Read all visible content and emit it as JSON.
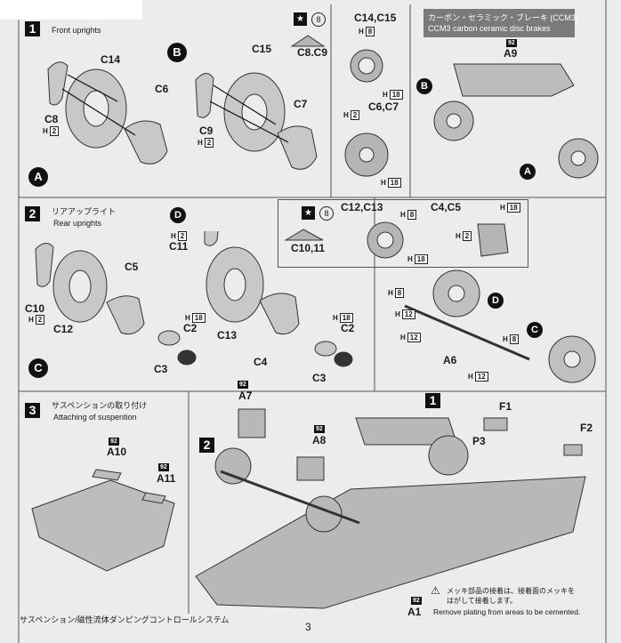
{
  "step1": {
    "num": "1",
    "title": "Front uprights"
  },
  "step2": {
    "num": "2",
    "title_jp": "リアアップライト",
    "title": "Rear uprights"
  },
  "step3": {
    "num": "3",
    "title_jp": "サスペンションの取り付け",
    "title": "Attaching of suspention"
  },
  "ccm": {
    "title_jp": "カーボン・セラミック・ブレーキ",
    "tag": "(CCM3)",
    "title": "CCM3 carbon ceramic disc brakes"
  },
  "inset1": {
    "qty": "8",
    "label_top": "C14,C15",
    "label_bottom": "C8.C9",
    "label_mid": "C6,C7",
    "h8": "8",
    "h18a": "18",
    "h2": "2",
    "h18b": "18"
  },
  "inset2": {
    "qty": "8",
    "label_a": "C12,C13",
    "label_b": "C4,C5",
    "label_c": "C10,11",
    "h8": "8",
    "h18a": "18",
    "h2": "2",
    "h18b": "18"
  },
  "parts": {
    "c14": "C14",
    "c6": "C6",
    "c8": "C8",
    "c15": "C15",
    "c7": "C7",
    "c9": "C9",
    "a9": "A9",
    "c11": "C11",
    "c5": "C5",
    "c10": "C10",
    "c12": "C12",
    "c2a": "C2",
    "c3a": "C3",
    "c13": "C13",
    "c2b": "C2",
    "c4": "C4",
    "c3b": "C3",
    "a6": "A6",
    "a7": "A7",
    "a8": "A8",
    "a10": "A10",
    "a11": "A11",
    "a1": "A1",
    "f1": "F1",
    "f2": "F2",
    "p3": "P3"
  },
  "hnums": {
    "h2": "2",
    "h18": "18",
    "h8": "8",
    "h12": "12"
  },
  "callouts": {
    "a": "A",
    "b": "B",
    "c": "C",
    "d": "D",
    "n92": "92",
    "s1": "1",
    "s2": "2"
  },
  "note": {
    "jp": "メッキ部品の接着は、接着面のメッキを\nはがして接着します。",
    "en": "Remove plating from areas to be cemented."
  },
  "footer": {
    "jp": "サスペンション/磁性流体ダンピングコントロールシステム",
    "page": "3"
  }
}
